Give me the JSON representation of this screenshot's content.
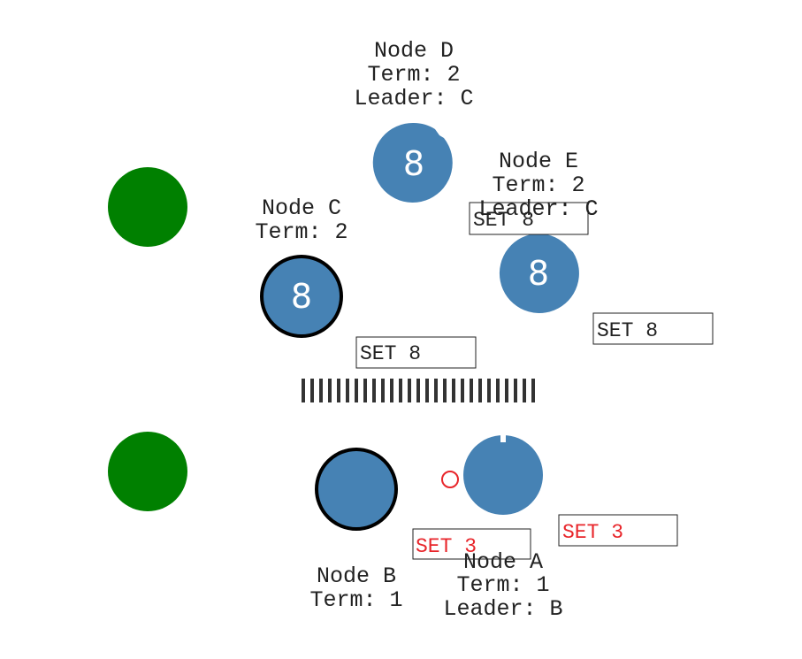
{
  "colors": {
    "node_fill": "#4682b4",
    "leader_stroke": "#000000",
    "client_fill": "#008000",
    "pending_text": "#e8262b",
    "committed_text": "#222222",
    "partition": "#333333"
  },
  "nodes": {
    "d": {
      "name": "Node D",
      "term": "Term: 2",
      "leader": "Leader: C",
      "value": "8"
    },
    "e": {
      "name": "Node E",
      "term": "Term: 2",
      "leader": "Leader: C",
      "value": "8"
    },
    "c": {
      "name": "Node C",
      "term": "Term: 2",
      "value": "8"
    },
    "b": {
      "name": "Node B",
      "term": "Term: 1",
      "value": ""
    },
    "a": {
      "name": "Node A",
      "term": "Term: 1",
      "leader": "Leader: B",
      "value": ""
    }
  },
  "messages": {
    "m1": "SET 8",
    "m2": "SET 8",
    "m3": "SET 8",
    "m4": "SET 3",
    "m5": "SET 3"
  }
}
